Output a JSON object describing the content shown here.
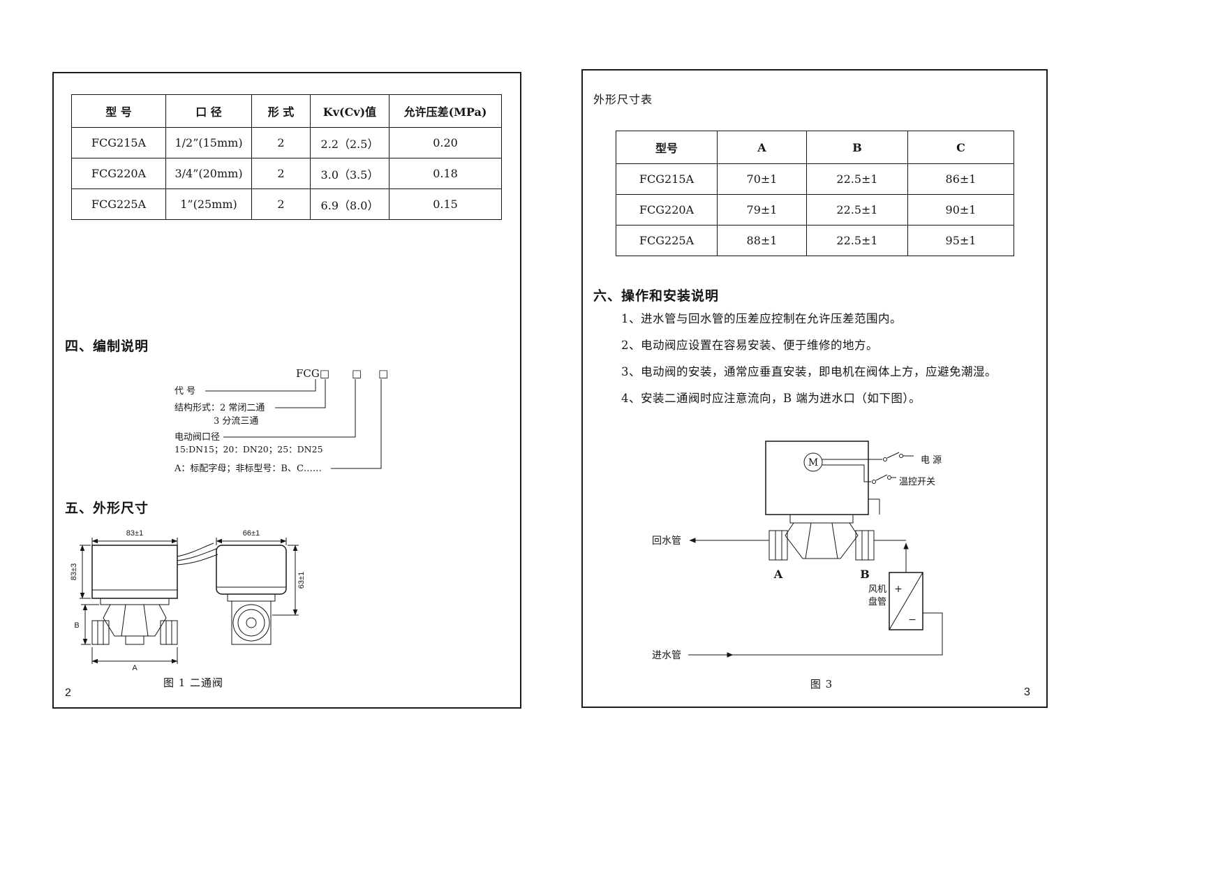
{
  "page_left": {
    "page_number": "2",
    "spec_table": {
      "headers": [
        "型  号",
        "口  径",
        "形  式",
        "Kv(Cv)值",
        "允许压差(MPa)"
      ],
      "rows": [
        [
          "FCG215A",
          "1/2”(15mm)",
          "2",
          "2.2（2.5）",
          "0.20"
        ],
        [
          "FCG220A",
          "3/4”(20mm)",
          "2",
          "3.0（3.5）",
          "0.18"
        ],
        [
          "FCG225A",
          "1”(25mm)",
          "2",
          "6.9（8.0）",
          "0.15"
        ]
      ]
    },
    "section4_title": "四、编制说明",
    "coding": {
      "code": "FCG□",
      "box2": "□",
      "box3": "□",
      "label_code": "代  号",
      "label_structure1": "结构形式：2 常闭二通",
      "label_structure2": "3 分流三通",
      "label_diameter1": "电动阀口径",
      "label_diameter2": "15:DN15；20：DN20；25：DN25",
      "label_suffix": "A：标配字母；非标型号：B、C……"
    },
    "section5_title": "五、外形尺寸",
    "figure1": {
      "caption": "图 1  二通阀",
      "dim_width_left": "83±1",
      "dim_height_left": "83±3",
      "dim_b": "B",
      "dim_a": "A",
      "dim_width_right": "66±1",
      "dim_height_right": "63±1"
    }
  },
  "page_right": {
    "page_number": "3",
    "table_title": "外形尺寸表",
    "dim_table": {
      "headers": [
        "型号",
        "A",
        "B",
        "C"
      ],
      "rows": [
        [
          "FCG215A",
          "70±1",
          "22.5±1",
          "86±1"
        ],
        [
          "FCG220A",
          "79±1",
          "22.5±1",
          "90±1"
        ],
        [
          "FCG225A",
          "88±1",
          "22.5±1",
          "95±1"
        ]
      ]
    },
    "section6_title": "六、操作和安装说明",
    "instructions": [
      "1、进水管与回水管的压差应控制在允许压差范围内。",
      "2、电动阀应设置在容易安装、便于维修的地方。",
      "3、电动阀的安装，通常应垂直安装，即电机在阀体上方，应避免潮湿。",
      "4、安装二通阀时应注意流向，B 端为进水口（如下图）。"
    ],
    "figure3": {
      "caption": "图  3",
      "motor": "M",
      "power": "电  源",
      "thermostat": "温控开关",
      "return_pipe": "回水管",
      "inlet_pipe": "进水管",
      "port_a": "A",
      "port_b": "B",
      "fan_coil_line1": "风机",
      "fan_coil_line2": "盘管",
      "plus": "+",
      "minus": "−"
    }
  }
}
